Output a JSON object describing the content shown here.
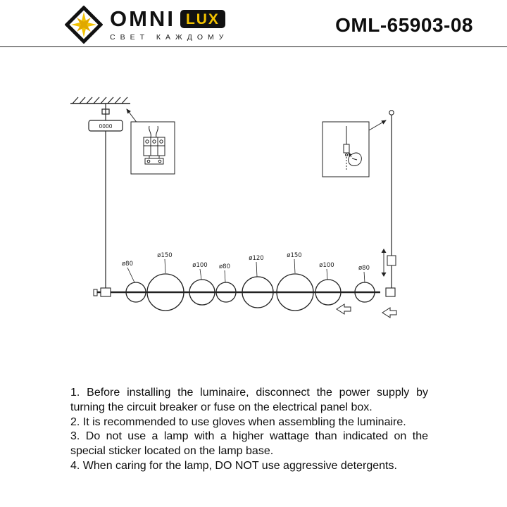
{
  "header": {
    "brand_omni": "OMNI",
    "brand_lux": "LUX",
    "tagline": "СВЕТ КАЖДОМУ",
    "model": "OML-65903-08"
  },
  "diagram": {
    "canopy_text": "0000",
    "labels": [
      "ø80",
      "ø150",
      "ø100",
      "ø80",
      "ø120",
      "ø150",
      "ø100",
      "ø80"
    ]
  },
  "instructions": [
    "1. Before installing the luminaire, disconnect the power supply by turning the circuit breaker or fuse on the electrical panel box.",
    "2. It is recommended to use gloves when assembling the luminaire.",
    "3. Do not use a lamp with a higher wattage than indicated on the special sticker located on the lamp base.",
    "4. When caring for the lamp, DO NOT use aggressive detergents."
  ],
  "colors": {
    "accent_gold": "#F2C200",
    "ink": "#111111"
  }
}
